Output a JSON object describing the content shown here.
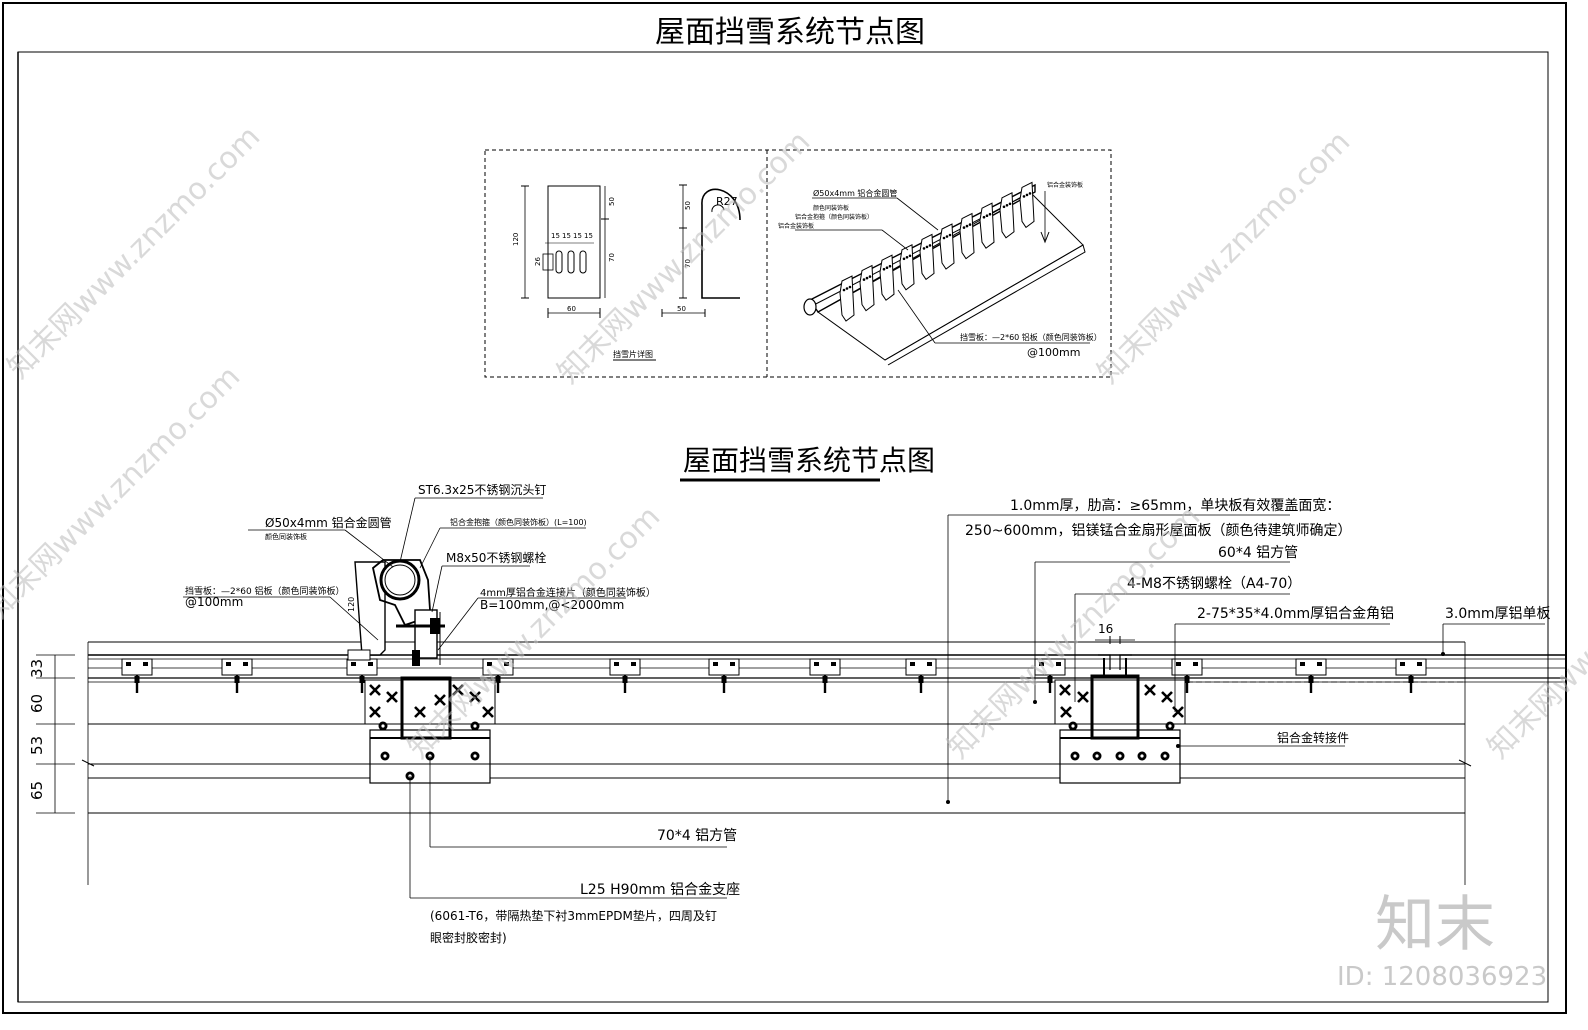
{
  "sheet_title": "屋面挡雪系统节点图",
  "section_title": "屋面挡雪系统节点图",
  "detail": {
    "caption": "挡雪片详图",
    "dims": {
      "w60": "60",
      "h120": "120",
      "s15a": "15",
      "s15b": "15",
      "s15c": "15",
      "s15d": "15",
      "top50": "50",
      "mid70": "70",
      "slot26": "26",
      "hook50": "50",
      "hook70": "70",
      "foot50": "50",
      "radius": "R27"
    }
  },
  "iso": {
    "pipe": "Ø50x4mm 铝合金圆管",
    "pipe_sub": "颜色同装饰板",
    "bracket": "铝合金抱箍（颜色同装饰板）",
    "board": "铝合金装饰板",
    "plate": "挡雪板：—2*60 铝板（颜色同装饰板）",
    "spacing": "@100mm"
  },
  "main": {
    "screw": "ST6.3x25不锈钢沉头钉",
    "pipe": "Ø50x4mm 铝合金圆管",
    "pipe_sub": "颜色同装饰板",
    "clamp": "铝合金抱箍（颜色同装饰板）(L=100)",
    "bolt": "M8x50不锈钢螺栓",
    "plate": "挡雪板：—2*60 铝板（颜色同装饰板）",
    "plate_spacing": "@100mm",
    "connector": "4mm厚铝合金连接片（颜色同装饰板）",
    "connector_sub": "B=100mm,@<2000mm",
    "dim120": "120",
    "tube70": "70*4 铝方管",
    "support1": "L25 H90mm 铝合金支座",
    "support2": "(6061-T6，带隔热垫下衬3mmEPDM垫片，四周及钉",
    "support3": "眼密封胶密封)"
  },
  "right": {
    "panel1": "1.0mm厚，肋高：≥65mm，单块板有效覆盖面宽：",
    "panel2": "250~600mm，铝镁锰合金扇形屋面板（颜色待建筑师确定）",
    "tube60": "60*4 铝方管",
    "bolts": "4-M8不锈钢螺栓（A4-70）",
    "angle": "2-75*35*4.0mm厚铝合金角铝",
    "sheet": "3.0mm厚铝单板",
    "gap": "16",
    "adapter": "铝合金转接件"
  },
  "left_dims": [
    "33",
    "60",
    "53",
    "65"
  ],
  "watermark": "知末网www.znzmo.com",
  "brand": "知末",
  "id_label": "ID: 1208036923"
}
